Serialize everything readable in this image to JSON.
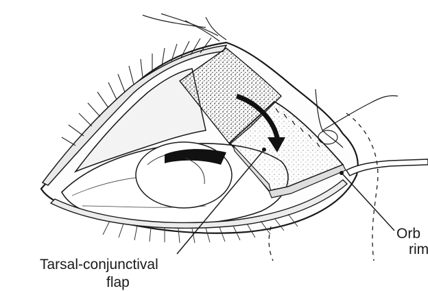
{
  "labels": {
    "tarsal_line1": "Tarsal-conjunctival",
    "tarsal_line2": "flap",
    "orbital_line1": "Orb",
    "orbital_line2": "rim"
  },
  "style": {
    "ink": "#1a1a1a",
    "background": "#ffffff"
  }
}
